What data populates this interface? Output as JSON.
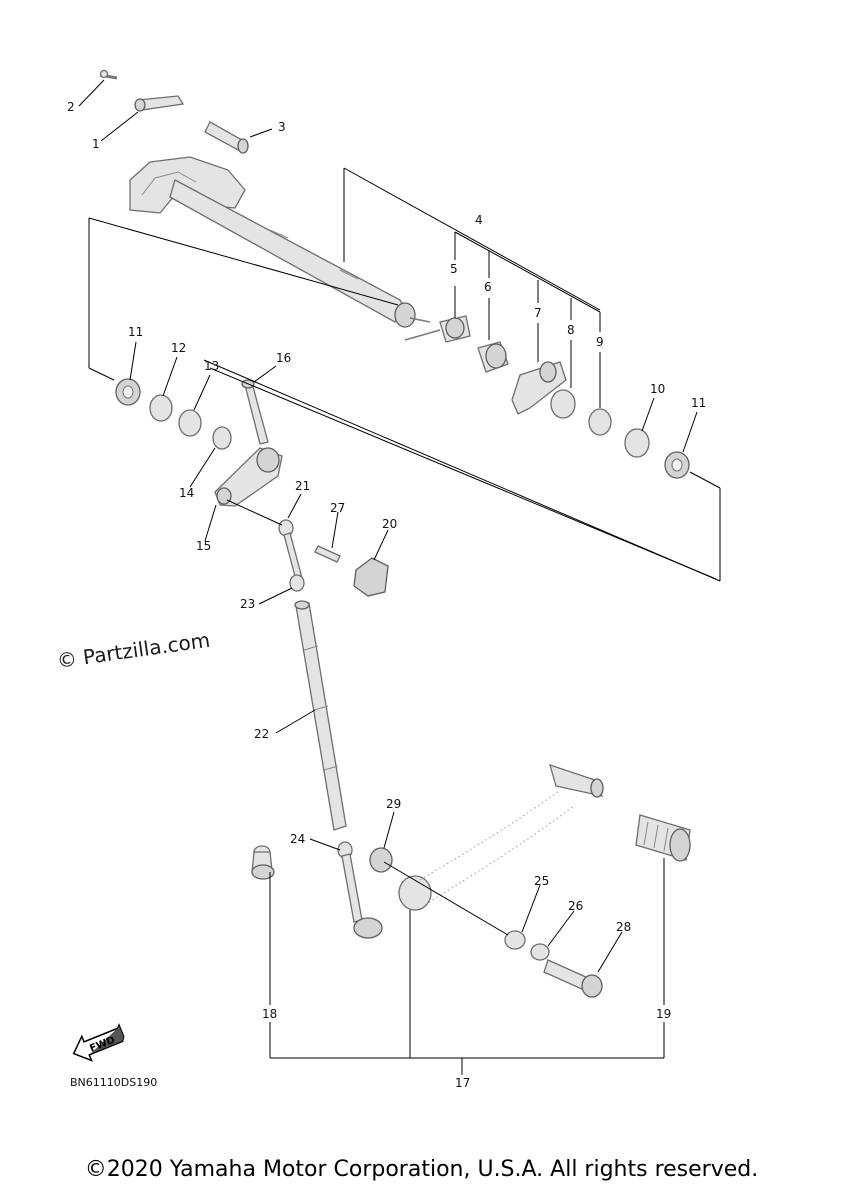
{
  "diagram_code": "BN61110DS190",
  "watermark": "© Partzilla.com",
  "copyright": "©2020 Yamaha Motor Corporation, U.S.A. All rights reserved.",
  "fwd_label": "FWD",
  "callouts": [
    "1",
    "2",
    "3",
    "4",
    "5",
    "6",
    "7",
    "8",
    "9",
    "10",
    "11",
    "11",
    "12",
    "13",
    "14",
    "15",
    "16",
    "17",
    "18",
    "19",
    "20",
    "21",
    "22",
    "23",
    "24",
    "25",
    "26",
    "27",
    "28",
    "29"
  ]
}
